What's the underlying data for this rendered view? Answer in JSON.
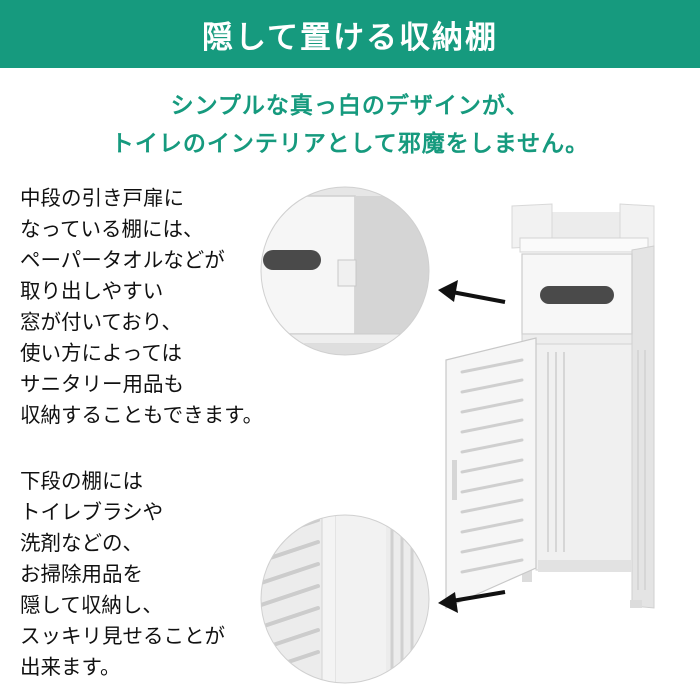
{
  "header": {
    "title": "隠して置ける収納棚"
  },
  "subtitle": {
    "line1": "シンプルな真っ白のデザインが、",
    "line2": "トイレのインテリアとして邪魔をしません。"
  },
  "middle_shelf": {
    "lines": [
      "中段の引き戸扉に",
      "なっている棚には、",
      "ペーパータオルなどが",
      "取り出しやすい",
      "窓が付いており、",
      "使い方によっては",
      "サニタリー用品も",
      "収納することもできます。"
    ]
  },
  "lower_shelf": {
    "lines": [
      "下段の棚には",
      "トイレブラシや",
      "洗剤などの、",
      "お掃除用品を",
      "隠して収納し、",
      "スッキリ見せることが",
      "出来ます。"
    ]
  },
  "colors": {
    "accent": "#169a7e",
    "text": "#111111",
    "header_text": "#ffffff"
  }
}
